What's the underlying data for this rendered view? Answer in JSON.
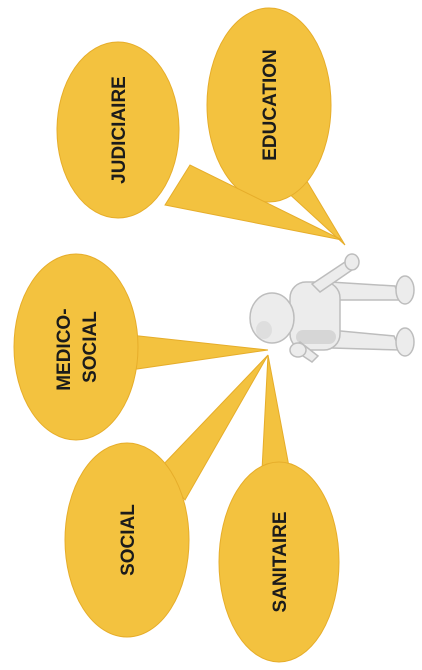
{
  "bubbles": [
    {
      "id": "education",
      "label_lines": [
        "EDUCATION"
      ]
    },
    {
      "id": "judiciaire",
      "label_lines": [
        "JUDICIAIRE"
      ]
    },
    {
      "id": "medico-social",
      "label_lines": [
        "MEDICO-",
        "SOCIAL"
      ]
    },
    {
      "id": "social",
      "label_lines": [
        "SOCIAL"
      ]
    },
    {
      "id": "sanitaire",
      "label_lines": [
        "SANITAIRE"
      ]
    }
  ],
  "colors": {
    "bubble": "#f3c23f",
    "text": "#1b1b1b",
    "figure": "#ececec"
  },
  "icons": {
    "figure": "person-figure-icon"
  }
}
